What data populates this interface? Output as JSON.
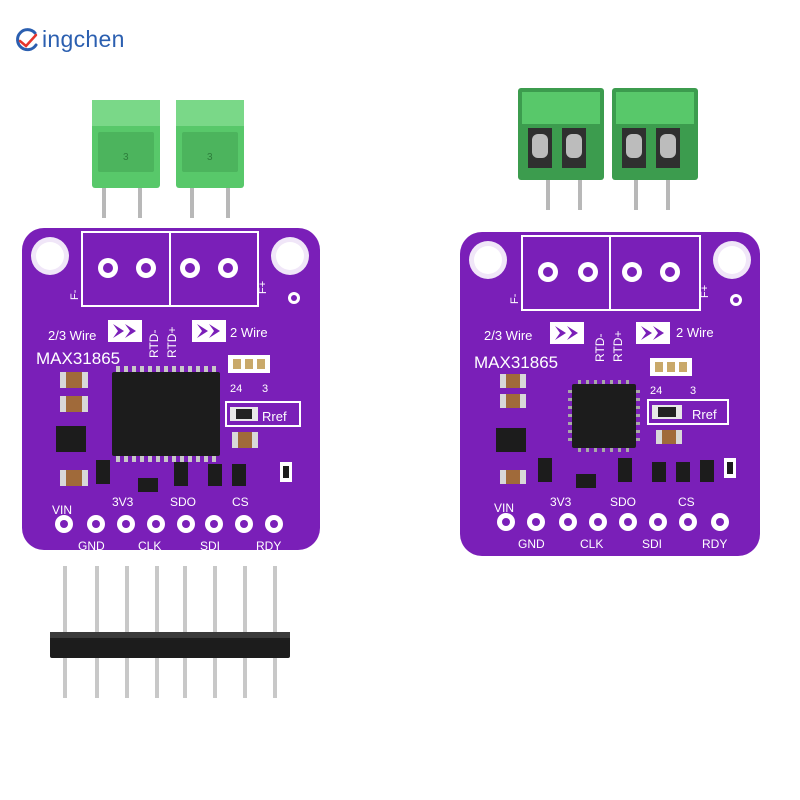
{
  "logo": {
    "text": "ingchen",
    "icon": "logo-swoosh-icon",
    "color": "#2b5fb0"
  },
  "colors": {
    "pcb": "#7a1fb8",
    "pcb_dark": "#5b128c",
    "silkscreen": "#ffffff",
    "terminal_green": "#58c86a",
    "terminal_green_dark": "#3c9c4e",
    "pin_header": "#1c1c1c"
  },
  "boards": [
    {
      "part": "MAX31865",
      "wire_left": "2/3 Wire",
      "wire_right": "2 Wire",
      "rtd_minus": "RTD-",
      "rtd_plus": "RTD+",
      "f_minus": "F-",
      "f_plus": "F+",
      "jumper_24": "24",
      "jumper_3": "3",
      "rref": "Rref",
      "pins_top": [
        "VIN",
        "3V3",
        "SDO",
        "CS"
      ],
      "pins_bottom": [
        "GND",
        "CLK",
        "SDI",
        "RDY"
      ],
      "terminal_marks": [
        "3",
        "3"
      ]
    },
    {
      "part": "MAX31865",
      "wire_left": "2/3 Wire",
      "wire_right": "2 Wire",
      "rtd_minus": "RTD-",
      "rtd_plus": "RTD+",
      "f_minus": "F-",
      "f_plus": "F+",
      "jumper_24": "24",
      "jumper_3": "3",
      "rref": "Rref",
      "pins_top": [
        "VIN",
        "3V3",
        "SDO",
        "CS"
      ],
      "pins_bottom": [
        "GND",
        "CLK",
        "SDI",
        "RDY"
      ]
    }
  ]
}
